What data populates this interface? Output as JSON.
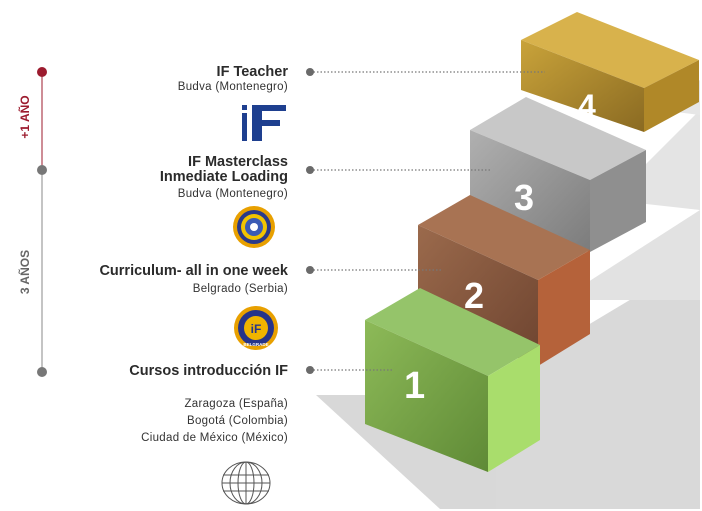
{
  "timeline": {
    "label_top": "+1 AÑO",
    "label_bottom": "3 AÑOS",
    "colors": {
      "top": "#9c1b2e",
      "bottom": "#666666"
    }
  },
  "steps": [
    {
      "number": "1",
      "title": "Cursos introducción IF",
      "locations": [
        "Zaragoza (España)",
        "Bogotá (Colombia)",
        "Ciudad de México (México)"
      ],
      "color": "#7aa64a",
      "icon": "globe-icon"
    },
    {
      "number": "2",
      "title": "Curriculum- all in one week",
      "locations": [
        "Belgrado (Serbia)"
      ],
      "color": "#8a5a3e",
      "icon": "if-belgrade-seal-icon",
      "seal_text": "BELGRADE"
    },
    {
      "number": "3",
      "title_lines": [
        "IF Masterclass",
        "Inmediate Loading"
      ],
      "locations": [
        "Budva (Montenegro)"
      ],
      "color": "#9a9a9a",
      "icon": "masterclass-seal-icon"
    },
    {
      "number": "4",
      "title": "IF Teacher",
      "locations": [
        "Budva (Montenegro)"
      ],
      "color": "#c49a2c",
      "icon": "if-logo-icon"
    }
  ]
}
